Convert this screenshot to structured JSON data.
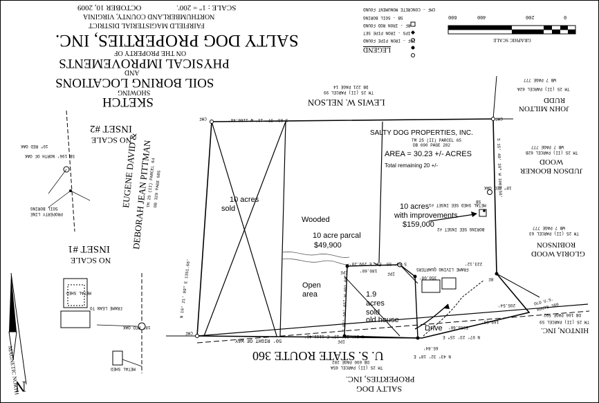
{
  "title_block": {
    "line1": "SKETCH",
    "line2": "SHOWING",
    "line3": "SOIL BORING LOCATIONS",
    "line4": "AND",
    "line5": "PHYSICAL IMPROVEMENTS",
    "line6": "ON THE PROPERTY OF",
    "line7": "SALTY DOG PROPERTIES, INC.",
    "line8": "FAIRFIELD MAGISTERIAL DISTRICT",
    "line9": "NORTHUMBERLAND COUNTY, VIRGINIA",
    "date": "OCTOBER 10, 2009",
    "scale": "SCALE : 1\" = 200'."
  },
  "legend": {
    "heading": "LEGEND",
    "items": [
      "IPF - IRON PIPE FOUND",
      "IPS - IRON PIPE SET",
      "RF - IRON ROD FOUND",
      "SB - SOIL BORING",
      "CMF - CONCRETE MONUMENT FOUND"
    ]
  },
  "graphic_scale": {
    "heading": "GRAPHIC SCALE",
    "ticks": [
      "600",
      "400",
      "200",
      "0"
    ]
  },
  "owners": {
    "nelson_name": "LEWIS W. NELSON",
    "nelson_ref": "TM 25 (II) PARCEL 99",
    "nelson_db": "DB 221 PAGE 14",
    "rudd_name1": "JOHN MILTON",
    "rudd_name2": "RUDD",
    "rudd_ref": "TM 25 (II) PARCEL 62A",
    "rudd_db": "WB 7 PAGE 777",
    "wood_name1": "JUDSON BOOKER",
    "wood_name2": "WOOD",
    "wood_ref": "TM 25 (II) PARCEL 62B",
    "wood_db": "WB 7 PAGE 777",
    "robinson_name1": "GLORIA WOOD",
    "robinson_name2": "ROBINSON",
    "robinson_ref": "TM 25 (II) PARCEL 63",
    "robinson_db": "WB 7 PAGE 777",
    "hinton_name": "HINTON, INC.",
    "hinton_ref": "TM 25 (II) PARCEL 59",
    "hinton_db": "DB 166 PAGE 592",
    "pittman_name1": "EUGENE DAVID &",
    "pittman_name2": "DEBORAH JEAN PITTMAN",
    "pittman_ref": "TM 25 (II) PARCEL 64",
    "pittman_db": "DB 329 PAGE 685",
    "salty_s_name1": "SALTY DOG",
    "salty_s_name2": "PROPERTIES, INC.",
    "salty_s_ref": "TM 25 (II) PARCEL 65A",
    "salty_s_db": "DB 690 PAGE 282"
  },
  "main_parcel": {
    "name": "SALTY DOG PROPERTIES, INC.",
    "ref": "TM 25 (II) PARCEL 65",
    "db": "DB 690 PAGE 282",
    "area": "AREA = 30.23 +/- ACRES",
    "remaining": "Total remaining 20 +/-"
  },
  "annotations": {
    "ten_acres_sold_1": "10 acres",
    "ten_acres_sold_2": "sold",
    "wooded": "Wooded",
    "parcel_1": "10 acre parcal",
    "parcel_2": "$49,900",
    "improvements_1": "10 acres",
    "improvements_2": "with improvements",
    "improvements_3": "$159,000",
    "open_1": "Open",
    "open_2": "area",
    "sold_1": "1.9",
    "sold_2": "acres",
    "sold_3": "sold",
    "sold_4": "old house",
    "drive": "Drive"
  },
  "road": {
    "name": "U. S. STATE ROUTE 360",
    "row": "50' RIGHT OF WAY",
    "old_route_1": "OLD U.S.",
    "old_route_2": "ROUTE 360"
  },
  "insets": {
    "inset1_title": "INSET #1",
    "inset1_scale": "NO SCALE",
    "inset2_title": "INSET #2",
    "inset2_scale": "NO SCALE",
    "metal_shed": "METAL SHED",
    "frame_lean_to": "FRAME LEAN TO",
    "oak_18": "18\" RED OAK",
    "soil_boring": "SOIL BORING",
    "property_line": "PROPERTY LINE",
    "red_oak": "10\" RED OAK",
    "sb_note": "SB 196' NORTH OF OAK"
  },
  "features": {
    "shed_note": "METAL SHED SEE INSET #1",
    "boring_note": "BORING SEE INSET #2",
    "frame_living": "FRAME LIVING QUARTERS",
    "cmf": "CMF",
    "ipf": "IPF",
    "rf": "RF",
    "sb": "SB",
    "oak": "18\" RED OAK",
    "magnetic_north": "MAGNETIC NORTH",
    "n": "N"
  },
  "bearings": {
    "top": "S 83° 57' 13\" W  1166.40'",
    "west": "N 16° 21' 09\" E  1351.66'",
    "south_main": "N 84° 36' 13\" E  1111.46'",
    "east_upper": "S 15° 49' 39\" W  1003.56'",
    "inner_north": "S 84° 55' 59\" E  299.28'",
    "inner_west": "S 07° 10' 05\" W  401.00'",
    "dist_1": "350.08'",
    "dist_2": "180.60'",
    "dist_3": "223.12'",
    "dist_4": "205.54'",
    "dist_5": "169.03'",
    "dist_6": "5985.60'",
    "dist_7": "65.84'",
    "tie_1": "N 43° 32' 18\" E",
    "tie_2": "N 07° 23' 15\" E"
  }
}
